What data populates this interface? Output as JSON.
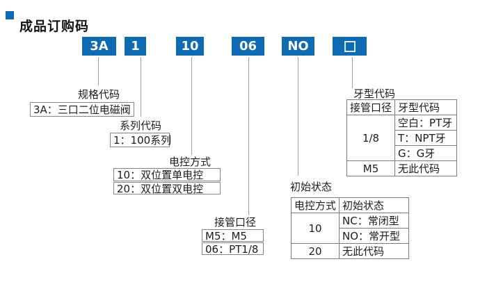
{
  "title": "成品订购码",
  "accent_color": "#0e6bb2",
  "code_boxes": [
    {
      "code": "3A"
    },
    {
      "code": "1"
    },
    {
      "code": "10"
    },
    {
      "code": "06"
    },
    {
      "code": "NO"
    },
    {
      "code": "",
      "symbol": "blank-square"
    }
  ],
  "spec": {
    "label": "规格代码",
    "item": "3A：三口二位电磁阀"
  },
  "series": {
    "label": "系列代码",
    "item": "1：100系列"
  },
  "control": {
    "label": "电控方式",
    "items": [
      "10：双位置单电控",
      "20：双位置双电控"
    ]
  },
  "port": {
    "label": "接管口径",
    "items": [
      "M5：M5",
      "06：PT1/8"
    ]
  },
  "initial_state": {
    "label": "初始状态",
    "table": {
      "col1_header": "电控方式",
      "col2_header": "初始状态",
      "group1_code": "10",
      "group1_states": [
        "NC：常闭型",
        "NO：常开型"
      ],
      "group2_code": "20",
      "group2_state": "无此代码"
    }
  },
  "thread": {
    "label": "牙型代码",
    "table": {
      "col1_header": "接管口径",
      "col2_header": "牙型代码",
      "group1_code": "1/8",
      "group1_options": [
        "空白：PT牙",
        "T：NPT牙",
        "G：G牙"
      ],
      "group2_code": "M5",
      "group2_option": "无此代码"
    }
  }
}
